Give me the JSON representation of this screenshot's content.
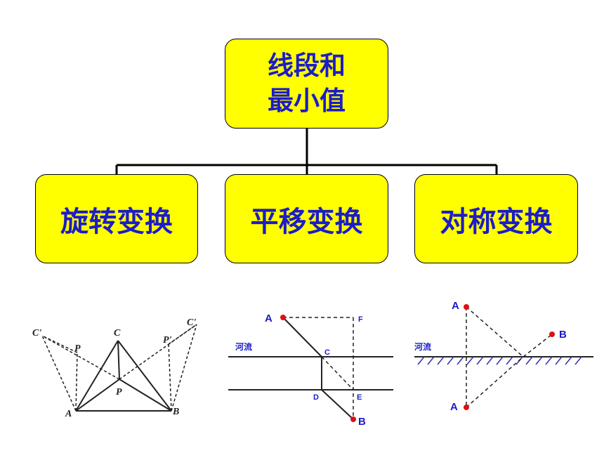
{
  "root": {
    "line1": "线段和",
    "line2": "最小值"
  },
  "branches": [
    {
      "label": "旋转变换"
    },
    {
      "label": "平移变换"
    },
    {
      "label": "对称变换"
    }
  ],
  "fig1": {
    "C1": "C'",
    "P1": "P",
    "C": "C",
    "P2": "P'",
    "C2": "C'",
    "P": "P",
    "A": "A",
    "B": "B"
  },
  "fig2": {
    "river": "河流",
    "A": "A",
    "F": "F",
    "C": "C",
    "D": "D",
    "E": "E",
    "B": "B"
  },
  "fig3": {
    "river": "河流",
    "A_top": "A",
    "B": "B",
    "A_bottom": "A"
  },
  "colors": {
    "box_fill": "#ffff00",
    "box_text": "#1c1cc8",
    "point": "#e01010",
    "label_blue": "#1c1cc8"
  }
}
